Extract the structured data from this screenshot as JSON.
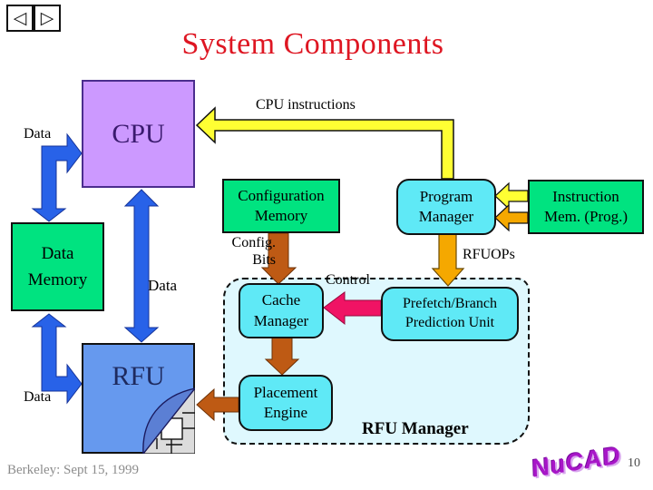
{
  "slide": {
    "title": "System Components",
    "footer": "Berkeley: Sept 15, 1999",
    "page_number": "10",
    "logo": "NuCAD"
  },
  "nav": {
    "back_icon": "◁",
    "forward_icon": "▷"
  },
  "blocks": {
    "cpu": {
      "label": "CPU"
    },
    "data_memory": {
      "label": "Data\nMemory"
    },
    "rfu": {
      "label": "RFU"
    },
    "configuration_memory": {
      "label": "Configuration\nMemory"
    },
    "program_manager": {
      "label": "Program\nManager"
    },
    "instruction_mem": {
      "label": "Instruction\nMem. (Prog.)"
    },
    "cache_manager": {
      "label": "Cache\nManager"
    },
    "prefetch_unit": {
      "label": "Prefetch/Branch\nPrediction Unit"
    },
    "placement_engine": {
      "label": "Placement\nEngine"
    },
    "rfu_manager_group": {
      "label": "RFU Manager"
    }
  },
  "edge_labels": {
    "cpu_instructions": "CPU instructions",
    "data_cpu_datamemory": "Data",
    "data_cpu_rfu": "Data",
    "data_datamemory_rfu": "Data",
    "config_bits": "Config.\nBits",
    "control": "Control",
    "rfuops": "RFUOPs"
  },
  "colors": {
    "title_red": "#DE1622",
    "cpu_fill": "#CC99FF",
    "memory_green": "#00E380",
    "rfu_blue": "#6699EE",
    "manager_cyan": "#5FE9F6",
    "group_background": "#DFF8FE",
    "arrow_blue": "#2862E8",
    "arrow_yellow": "#FFFF33",
    "arrow_amber": "#F5A800",
    "arrow_brown": "#BE5A14",
    "arrow_pink": "#F01364"
  }
}
